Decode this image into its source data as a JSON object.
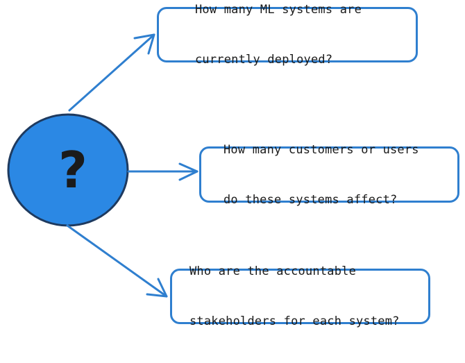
{
  "center": {
    "symbol": "?",
    "fill_color": "#2b88e4",
    "stroke_color": "#1e3a5f"
  },
  "accent_color": "#2f7fcf",
  "questions": [
    {
      "line1": "How many ML systems are",
      "line2": "currently deployed?"
    },
    {
      "line1": "How many customers or users",
      "line2": "do these systems affect?"
    },
    {
      "line1": "Who are the accountable",
      "line2": "stakeholders for each system?"
    }
  ]
}
